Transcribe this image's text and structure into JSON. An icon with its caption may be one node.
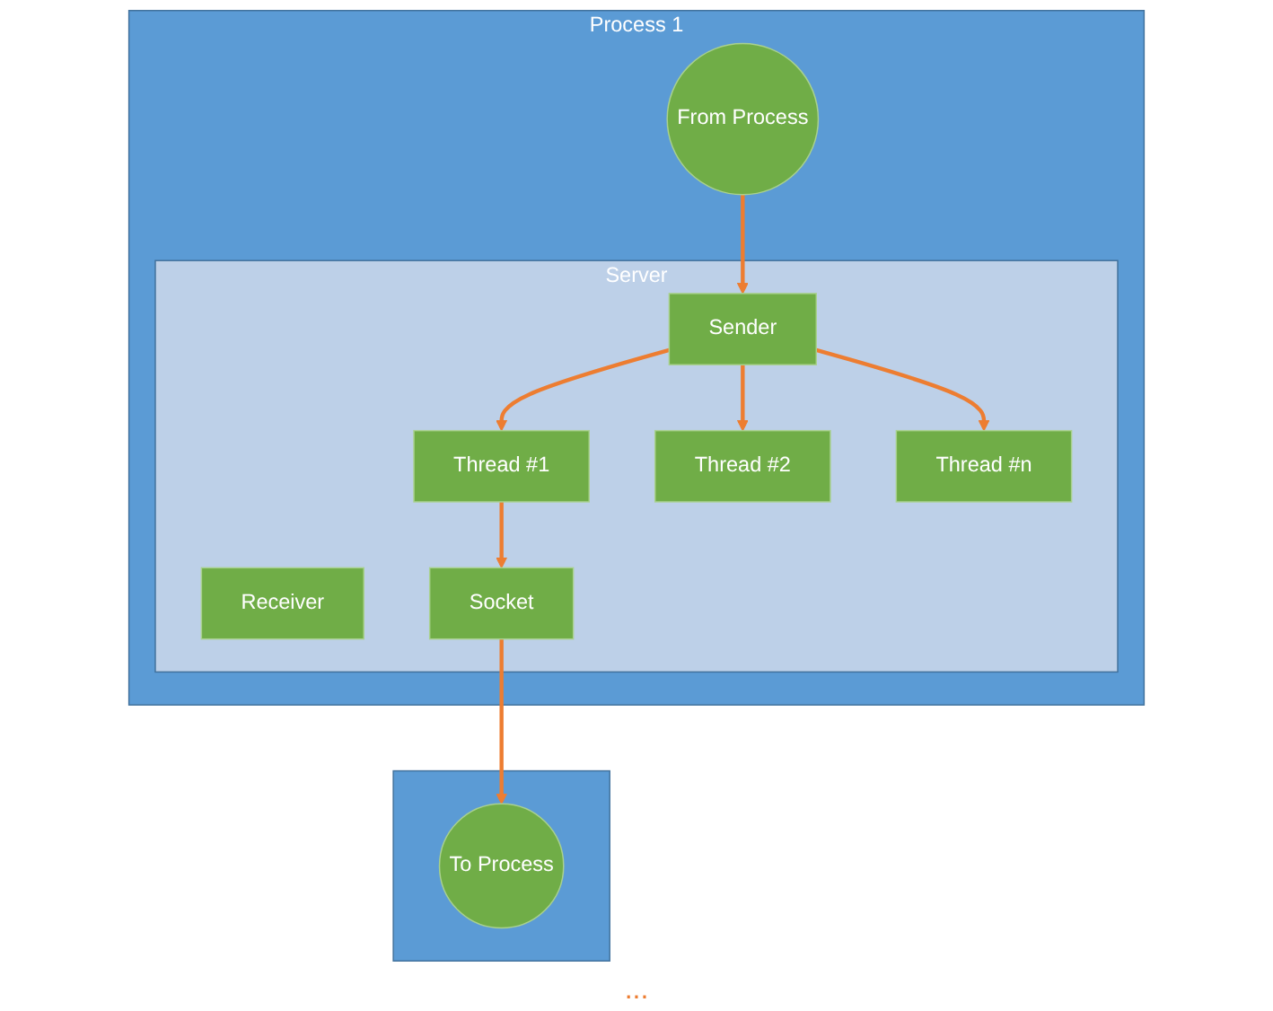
{
  "diagram": {
    "nodes": [
      {
        "text": [
          "Process 1"
        ]
      },
      {
        "text": [
          "Server"
        ],
        "in": 0
      },
      {
        "text": [
          "From Process"
        ],
        "in": 0
      },
      {
        "text": [
          "Sender"
        ],
        "in": 1
      },
      {
        "text": [
          "Receiver"
        ],
        "in": 1
      },
      {
        "text": [
          "Thread #1"
        ],
        "in": 1
      },
      {
        "text": [
          "Thread #2"
        ],
        "in": 1
      },
      {
        "text": [
          "Thread #n"
        ],
        "in": 1
      },
      {
        "text": [
          "Socket"
        ],
        "in": 1
      },
      {
        "text": [],
        "shape": "box"
      },
      {
        "text": [
          "To Process"
        ],
        "in": 9
      }
    ],
    "edges": [
      {
        "from": 2,
        "to": 3,
        "arrow": "to"
      },
      {
        "from": 3,
        "to": 5,
        "arrow": "to"
      },
      {
        "from": 3,
        "to": 6,
        "arrow": "to"
      },
      {
        "from": 3,
        "to": 7,
        "arrow": "to"
      },
      {
        "from": 5,
        "to": 8,
        "arrow": "to"
      },
      {
        "from": 8,
        "to": 10,
        "arrow": "to"
      }
    ],
    "labels": [
      "..."
    ]
  }
}
